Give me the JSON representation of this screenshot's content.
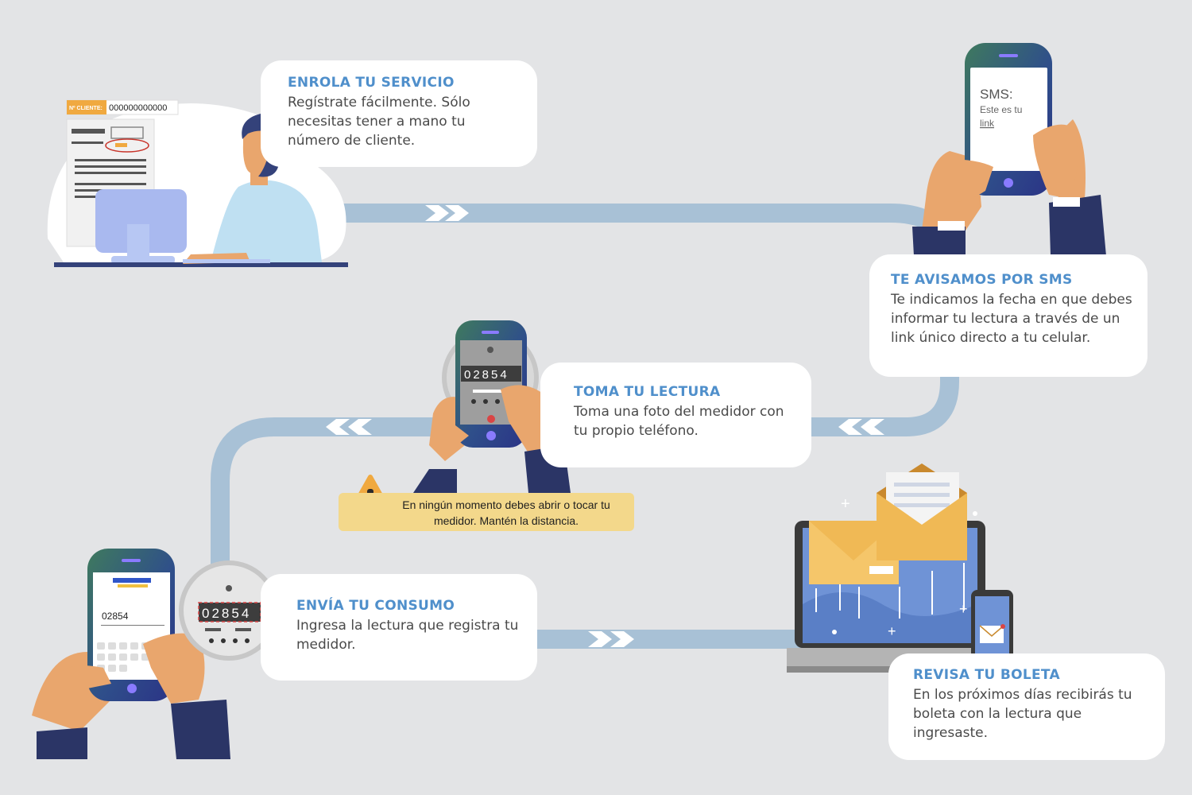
{
  "steps": [
    {
      "id": "enrola",
      "title": "ENROLA TU SERVICIO",
      "body": "Regístrate fácilmente. Sólo necesitas tener a mano tu número de cliente."
    },
    {
      "id": "sms",
      "title": "TE AVISAMOS POR SMS",
      "body": "Te indicamos la fecha en que debes informar tu lectura a través de un link único directo a tu celular."
    },
    {
      "id": "toma",
      "title": "TOMA TU LECTURA",
      "body": "Toma una foto del medidor con tu propio teléfono."
    },
    {
      "id": "envia",
      "title": "ENVÍA TU CONSUMO",
      "body": "Ingresa la lectura que registra tu medidor."
    },
    {
      "id": "revisa",
      "title": "REVISA TU BOLETA",
      "body": "En los próximos días recibirás tu boleta con la lectura que ingresaste."
    }
  ],
  "warning": {
    "text": "En ningún momento debes abrir o tocar tu medidor. Mantén la distancia.",
    "icon": "warning-triangle-icon"
  },
  "bill": {
    "client_label": "Nº CLIENTE:",
    "client_number": "000000000000"
  },
  "sms_screen": {
    "heading": "SMS:",
    "line": "Este es tu",
    "link": "link"
  },
  "meter": {
    "reading": "02854"
  },
  "app_input": {
    "value": "02854"
  },
  "colors": {
    "background": "#e3e4e6",
    "path": "#a8c1d6",
    "title": "#4f8fcb",
    "warning": "#f3d88b",
    "phone_top": "#3a6a5a",
    "phone_bottom": "#2b3580"
  }
}
